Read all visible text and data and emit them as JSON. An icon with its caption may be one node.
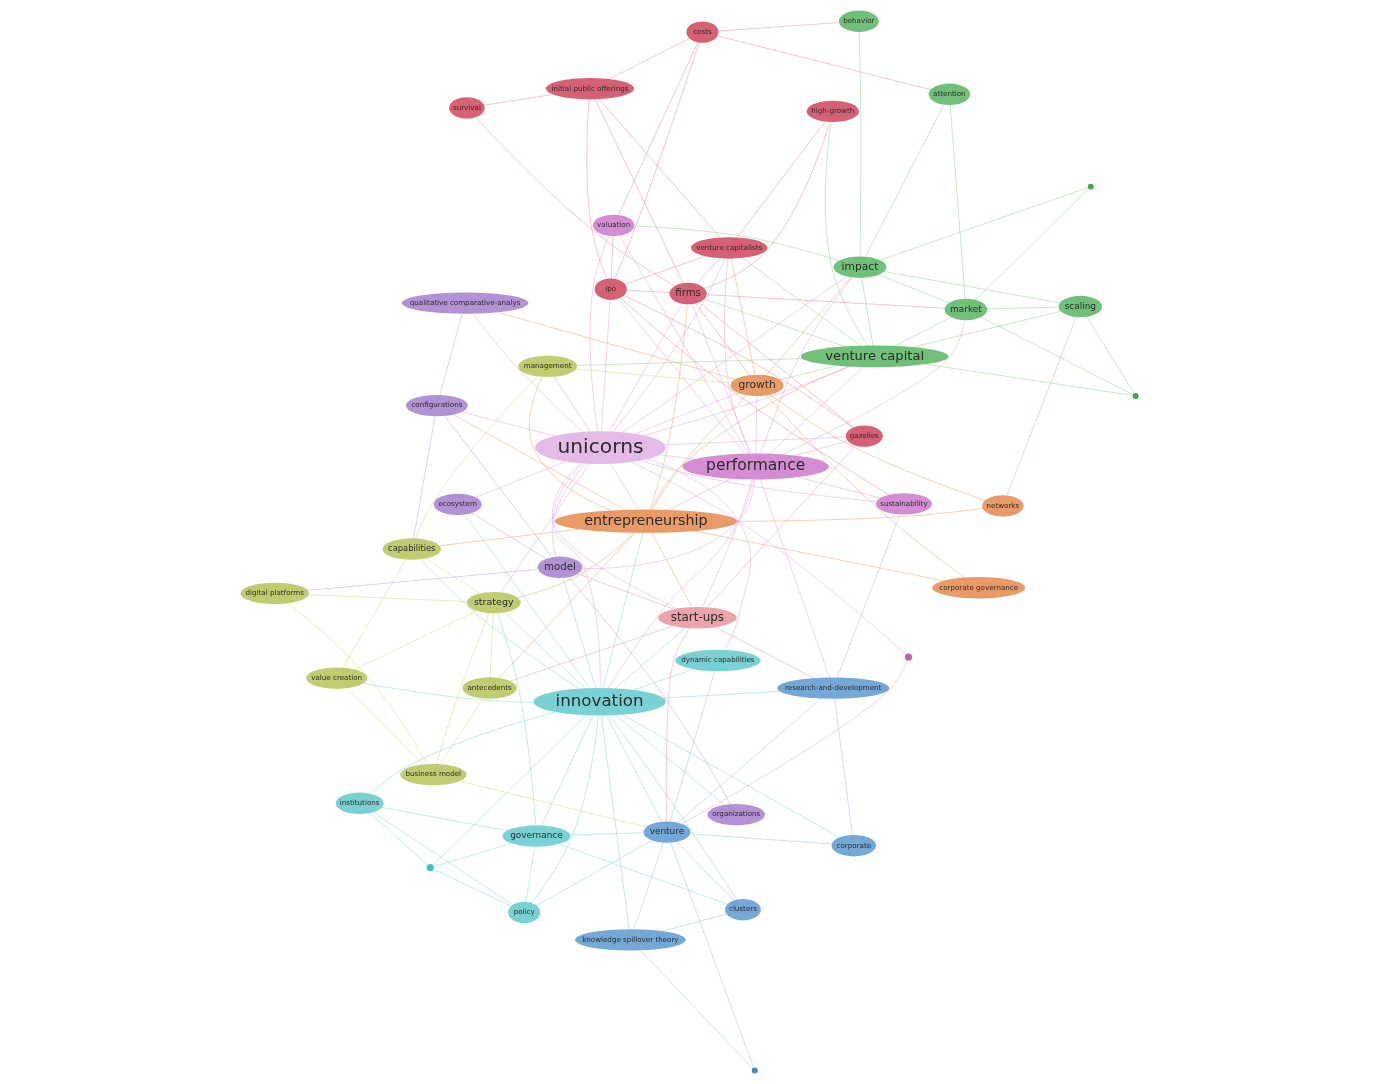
{
  "diagram": {
    "nodes": [
      {
        "text": [
          "policy"
        ]
      },
      {
        "text": [],
        "shape": "circle"
      },
      {
        "text": [
          "institutions"
        ]
      },
      {
        "text": [
          "configurations"
        ]
      },
      {
        "text": [],
        "shape": "circle"
      },
      {
        "text": [
          "governance"
        ]
      },
      {
        "text": [
          "scaling"
        ]
      },
      {
        "text": [
          "venture capital"
        ]
      },
      {
        "text": [
          "capabilities"
        ]
      },
      {
        "text": [
          "organizations"
        ]
      },
      {
        "text": [
          "networks"
        ]
      },
      {
        "text": [
          "entrepreneurship"
        ]
      },
      {
        "text": [
          "high-growth"
        ]
      },
      {
        "text": [
          "corporate governance"
        ]
      },
      {
        "text": [
          "strategy"
        ]
      },
      {
        "text": [
          "innovation"
        ]
      },
      {
        "text": [
          "firms"
        ]
      },
      {
        "text": [
          "management"
        ]
      },
      {
        "text": [
          "survival"
        ]
      },
      {
        "text": [
          "value creation"
        ]
      },
      {
        "text": [
          "market"
        ]
      },
      {
        "text": [
          "ecosystem"
        ]
      },
      {
        "text": [
          "clusters"
        ]
      },
      {
        "text": [
          "qualitative comparative-analys"
        ]
      },
      {
        "text": [
          "unicorns"
        ]
      },
      {
        "text": [
          "knowledge spillover theory"
        ]
      },
      {
        "text": [],
        "shape": "circle"
      },
      {
        "text": [
          "initial public offerings"
        ]
      },
      {
        "text": [],
        "shape": "circle"
      },
      {
        "text": [
          "model"
        ]
      },
      {
        "text": [
          "growth"
        ]
      },
      {
        "text": [
          "digital platforms"
        ]
      },
      {
        "text": [
          "attention"
        ]
      },
      {
        "text": [
          "dynamic capabilities"
        ]
      },
      {
        "text": [
          "behavior"
        ]
      },
      {
        "text": [],
        "shape": "circle"
      },
      {
        "text": [
          "impact"
        ]
      },
      {
        "text": [
          "performance"
        ]
      },
      {
        "text": [
          "start-ups"
        ]
      },
      {
        "text": [
          "business model"
        ]
      },
      {
        "text": [
          "costs"
        ]
      },
      {
        "text": [
          "venture capitalists"
        ]
      },
      {
        "text": [
          "venture"
        ]
      },
      {
        "text": [
          "gazelles"
        ]
      },
      {
        "text": [
          "antecedents"
        ]
      },
      {
        "text": [
          "valuation"
        ]
      },
      {
        "text": [
          "ipo"
        ]
      },
      {
        "text": [
          "research-and-development"
        ]
      },
      {
        "text": [
          "corporate"
        ]
      },
      {
        "text": [
          "sustainability"
        ]
      }
    ],
    "edges": [
      {
        "from": 24,
        "to": 37,
        "arrow": "none",
        "color": "#e7a4e2"
      },
      {
        "from": 24,
        "to": 15,
        "arrow": "none",
        "color": "#e7a4e2"
      },
      {
        "from": 24,
        "to": 11,
        "arrow": "none",
        "color": "#e7a4e2"
      },
      {
        "from": 24,
        "to": 7,
        "arrow": "none",
        "color": "#e7a4e2"
      },
      {
        "from": 24,
        "to": 38,
        "arrow": "none",
        "color": "#e7a4e2"
      },
      {
        "from": 24,
        "to": 16,
        "arrow": "none",
        "color": "#e7a4e2"
      },
      {
        "from": 24,
        "to": 30,
        "arrow": "none",
        "color": "#e7a4e2"
      },
      {
        "from": 24,
        "to": 36,
        "arrow": "none",
        "color": "#e7a4e2"
      },
      {
        "from": 24,
        "to": 29,
        "arrow": "none",
        "color": "#e7a4e2"
      },
      {
        "from": 24,
        "to": 41,
        "arrow": "none",
        "color": "#e7a4e2"
      },
      {
        "from": 24,
        "to": 46,
        "arrow": "none",
        "color": "#e7a4e2"
      },
      {
        "from": 24,
        "to": 43,
        "arrow": "none",
        "color": "#e7a4e2"
      },
      {
        "from": 24,
        "to": 21,
        "arrow": "none",
        "color": "#e7a4e2"
      },
      {
        "from": 24,
        "to": 17,
        "arrow": "none",
        "color": "#e7a4e2"
      },
      {
        "from": 24,
        "to": 23,
        "arrow": "none",
        "color": "#e7a4e2"
      },
      {
        "from": 24,
        "to": 45,
        "arrow": "none",
        "color": "#e7a4e2"
      },
      {
        "from": 24,
        "to": 49,
        "arrow": "none",
        "color": "#e7a4e2"
      },
      {
        "from": 24,
        "to": 14,
        "arrow": "none",
        "color": "#e7a4e2"
      },
      {
        "from": 24,
        "to": 3,
        "arrow": "none",
        "color": "#e7a4e2"
      },
      {
        "from": 24,
        "to": 33,
        "arrow": "none",
        "color": "#e7a4e2"
      },
      {
        "from": 24,
        "to": 35,
        "arrow": "none",
        "color": "#e7a4e2"
      },
      {
        "from": 37,
        "to": 15,
        "arrow": "none",
        "color": "#e7a4e2"
      },
      {
        "from": 37,
        "to": 11,
        "arrow": "none",
        "color": "#e7a4e2"
      },
      {
        "from": 37,
        "to": 7,
        "arrow": "none",
        "color": "#e7a4e2"
      },
      {
        "from": 37,
        "to": 38,
        "arrow": "none",
        "color": "#e7a4e2"
      },
      {
        "from": 37,
        "to": 16,
        "arrow": "none",
        "color": "#e7a4e2"
      },
      {
        "from": 37,
        "to": 30,
        "arrow": "none",
        "color": "#e7a4e2"
      },
      {
        "from": 37,
        "to": 36,
        "arrow": "none",
        "color": "#e7a4e2"
      },
      {
        "from": 37,
        "to": 41,
        "arrow": "none",
        "color": "#e7a4e2"
      },
      {
        "from": 37,
        "to": 46,
        "arrow": "none",
        "color": "#e7a4e2"
      },
      {
        "from": 37,
        "to": 43,
        "arrow": "none",
        "color": "#e7a4e2"
      },
      {
        "from": 37,
        "to": 45,
        "arrow": "none",
        "color": "#e7a4e2"
      },
      {
        "from": 37,
        "to": 49,
        "arrow": "none",
        "color": "#e7a4e2"
      },
      {
        "from": 37,
        "to": 47,
        "arrow": "none",
        "color": "#e7a4e2"
      },
      {
        "from": 37,
        "to": 29,
        "arrow": "none",
        "color": "#e7a4e2"
      },
      {
        "from": 37,
        "to": 20,
        "arrow": "none",
        "color": "#e7a4e2"
      },
      {
        "from": 15,
        "to": 0,
        "arrow": "none",
        "color": "#86d6da"
      },
      {
        "from": 15,
        "to": 2,
        "arrow": "none",
        "color": "#86d6da"
      },
      {
        "from": 15,
        "to": 5,
        "arrow": "none",
        "color": "#86d6da"
      },
      {
        "from": 15,
        "to": 9,
        "arrow": "none",
        "color": "#86d6da"
      },
      {
        "from": 15,
        "to": 14,
        "arrow": "none",
        "color": "#86d6da"
      },
      {
        "from": 15,
        "to": 19,
        "arrow": "none",
        "color": "#86d6da"
      },
      {
        "from": 15,
        "to": 21,
        "arrow": "none",
        "color": "#86d6da"
      },
      {
        "from": 15,
        "to": 22,
        "arrow": "none",
        "color": "#86d6da"
      },
      {
        "from": 15,
        "to": 25,
        "arrow": "none",
        "color": "#86d6da"
      },
      {
        "from": 15,
        "to": 29,
        "arrow": "none",
        "color": "#86d6da"
      },
      {
        "from": 15,
        "to": 33,
        "arrow": "none",
        "color": "#86d6da"
      },
      {
        "from": 15,
        "to": 42,
        "arrow": "none",
        "color": "#86d6da"
      },
      {
        "from": 15,
        "to": 47,
        "arrow": "none",
        "color": "#86d6da"
      },
      {
        "from": 15,
        "to": 48,
        "arrow": "none",
        "color": "#86d6da"
      },
      {
        "from": 15,
        "to": 11,
        "arrow": "none",
        "color": "#86d6da"
      },
      {
        "from": 15,
        "to": 8,
        "arrow": "none",
        "color": "#86d6da"
      },
      {
        "from": 15,
        "to": 1,
        "arrow": "none",
        "color": "#86d6da"
      },
      {
        "from": 15,
        "to": 38,
        "arrow": "none",
        "color": "#86d6da"
      },
      {
        "from": 11,
        "to": 7,
        "arrow": "none",
        "color": "#f2a46c"
      },
      {
        "from": 11,
        "to": 8,
        "arrow": "none",
        "color": "#f2a46c"
      },
      {
        "from": 11,
        "to": 17,
        "arrow": "none",
        "color": "#f2a46c"
      },
      {
        "from": 11,
        "to": 30,
        "arrow": "none",
        "color": "#f2a46c"
      },
      {
        "from": 11,
        "to": 16,
        "arrow": "none",
        "color": "#f2a46c"
      },
      {
        "from": 11,
        "to": 13,
        "arrow": "none",
        "color": "#f2a46c"
      },
      {
        "from": 11,
        "to": 10,
        "arrow": "none",
        "color": "#f2a46c"
      },
      {
        "from": 11,
        "to": 14,
        "arrow": "none",
        "color": "#f2a46c"
      },
      {
        "from": 11,
        "to": 3,
        "arrow": "none",
        "color": "#f2a46c"
      },
      {
        "from": 11,
        "to": 38,
        "arrow": "none",
        "color": "#f2a46c"
      },
      {
        "from": 11,
        "to": 44,
        "arrow": "none",
        "color": "#f2a46c"
      },
      {
        "from": 7,
        "to": 6,
        "arrow": "none",
        "color": "#8fd68c"
      },
      {
        "from": 7,
        "to": 4,
        "arrow": "none",
        "color": "#8fd68c"
      },
      {
        "from": 7,
        "to": 20,
        "arrow": "none",
        "color": "#8fd68c"
      },
      {
        "from": 7,
        "to": 36,
        "arrow": "none",
        "color": "#8fd68c"
      },
      {
        "from": 7,
        "to": 16,
        "arrow": "none",
        "color": "#8fd68c"
      },
      {
        "from": 7,
        "to": 12,
        "arrow": "none",
        "color": "#8fd68c"
      },
      {
        "from": 7,
        "to": 41,
        "arrow": "none",
        "color": "#8fd68c"
      },
      {
        "from": 7,
        "to": 30,
        "arrow": "none",
        "color": "#8fd68c"
      },
      {
        "from": 7,
        "to": 17,
        "arrow": "none",
        "color": "#8fd68c"
      },
      {
        "from": 16,
        "to": 18,
        "arrow": "none",
        "color": "#ee8e9b"
      },
      {
        "from": 16,
        "to": 12,
        "arrow": "none",
        "color": "#ee8e9b"
      },
      {
        "from": 16,
        "to": 41,
        "arrow": "none",
        "color": "#ee8e9b"
      },
      {
        "from": 16,
        "to": 46,
        "arrow": "none",
        "color": "#ee8e9b"
      },
      {
        "from": 16,
        "to": 30,
        "arrow": "none",
        "color": "#ee8e9b"
      },
      {
        "from": 16,
        "to": 27,
        "arrow": "none",
        "color": "#ee8e9b"
      },
      {
        "from": 16,
        "to": 43,
        "arrow": "none",
        "color": "#ee8e9b"
      },
      {
        "from": 16,
        "to": 20,
        "arrow": "none",
        "color": "#ee8e9b"
      },
      {
        "from": 30,
        "to": 36,
        "arrow": "none",
        "color": "#f2a46c"
      },
      {
        "from": 30,
        "to": 41,
        "arrow": "none",
        "color": "#f2a46c"
      },
      {
        "from": 30,
        "to": 13,
        "arrow": "none",
        "color": "#f2a46c"
      },
      {
        "from": 30,
        "to": 23,
        "arrow": "none",
        "color": "#f2a46c"
      },
      {
        "from": 30,
        "to": 10,
        "arrow": "none",
        "color": "#f2a46c"
      },
      {
        "from": 36,
        "to": 20,
        "arrow": "none",
        "color": "#8fd68c"
      },
      {
        "from": 36,
        "to": 32,
        "arrow": "none",
        "color": "#8fd68c"
      },
      {
        "from": 36,
        "to": 34,
        "arrow": "none",
        "color": "#8fd68c"
      },
      {
        "from": 36,
        "to": 26,
        "arrow": "none",
        "color": "#8fd68c"
      },
      {
        "from": 36,
        "to": 45,
        "arrow": "none",
        "color": "#8fd68c"
      },
      {
        "from": 36,
        "to": 6,
        "arrow": "none",
        "color": "#8fd68c"
      },
      {
        "from": 20,
        "to": 6,
        "arrow": "none",
        "color": "#8fd68c"
      },
      {
        "from": 20,
        "to": 26,
        "arrow": "none",
        "color": "#8fd68c"
      },
      {
        "from": 20,
        "to": 32,
        "arrow": "none",
        "color": "#8fd68c"
      },
      {
        "from": 20,
        "to": 4,
        "arrow": "none",
        "color": "#8fd68c"
      },
      {
        "from": 6,
        "to": 4,
        "arrow": "none",
        "color": "#8fd68c"
      },
      {
        "from": 6,
        "to": 10,
        "arrow": "none",
        "color": "#8fd68c"
      },
      {
        "from": 40,
        "to": 27,
        "arrow": "none",
        "color": "#ee8e9b"
      },
      {
        "from": 40,
        "to": 46,
        "arrow": "none",
        "color": "#ee8e9b"
      },
      {
        "from": 40,
        "to": 34,
        "arrow": "none",
        "color": "#ee8e9b"
      },
      {
        "from": 40,
        "to": 45,
        "arrow": "none",
        "color": "#ee8e9b"
      },
      {
        "from": 40,
        "to": 32,
        "arrow": "none",
        "color": "#ee8e9b"
      },
      {
        "from": 27,
        "to": 46,
        "arrow": "none",
        "color": "#ee8e9b"
      },
      {
        "from": 27,
        "to": 41,
        "arrow": "none",
        "color": "#ee8e9b"
      },
      {
        "from": 27,
        "to": 18,
        "arrow": "none",
        "color": "#ee8e9b"
      },
      {
        "from": 46,
        "to": 41,
        "arrow": "none",
        "color": "#ee8e9b"
      },
      {
        "from": 46,
        "to": 49,
        "arrow": "none",
        "color": "#ee8e9b"
      },
      {
        "from": 46,
        "to": 43,
        "arrow": "none",
        "color": "#ee8e9b"
      },
      {
        "from": 46,
        "to": 45,
        "arrow": "none",
        "color": "#ee8e9b"
      },
      {
        "from": 38,
        "to": 29,
        "arrow": "none",
        "color": "#f29ca3"
      },
      {
        "from": 38,
        "to": 43,
        "arrow": "none",
        "color": "#f29ca3"
      },
      {
        "from": 38,
        "to": 44,
        "arrow": "none",
        "color": "#f29ca3"
      },
      {
        "from": 38,
        "to": 47,
        "arrow": "none",
        "color": "#f29ca3"
      },
      {
        "from": 38,
        "to": 42,
        "arrow": "none",
        "color": "#f29ca3"
      },
      {
        "from": 29,
        "to": 3,
        "arrow": "none",
        "color": "#c7a2e4"
      },
      {
        "from": 29,
        "to": 9,
        "arrow": "none",
        "color": "#c7a2e4"
      },
      {
        "from": 29,
        "to": 21,
        "arrow": "none",
        "color": "#c7a2e4"
      },
      {
        "from": 29,
        "to": 31,
        "arrow": "none",
        "color": "#c7a2e4"
      },
      {
        "from": 5,
        "to": 0,
        "arrow": "none",
        "color": "#86d6da"
      },
      {
        "from": 5,
        "to": 1,
        "arrow": "none",
        "color": "#86d6da"
      },
      {
        "from": 5,
        "to": 2,
        "arrow": "none",
        "color": "#86d6da"
      },
      {
        "from": 5,
        "to": 14,
        "arrow": "none",
        "color": "#86d6da"
      },
      {
        "from": 5,
        "to": 42,
        "arrow": "none",
        "color": "#86d6da"
      },
      {
        "from": 5,
        "to": 22,
        "arrow": "none",
        "color": "#86d6da"
      },
      {
        "from": 0,
        "to": 1,
        "arrow": "none",
        "color": "#86d6da"
      },
      {
        "from": 0,
        "to": 2,
        "arrow": "none",
        "color": "#86d6da"
      },
      {
        "from": 0,
        "to": 42,
        "arrow": "none",
        "color": "#86d6da"
      },
      {
        "from": 14,
        "to": 19,
        "arrow": "none",
        "color": "#d3da7c"
      },
      {
        "from": 14,
        "to": 39,
        "arrow": "none",
        "color": "#d3da7c"
      },
      {
        "from": 14,
        "to": 31,
        "arrow": "none",
        "color": "#d3da7c"
      },
      {
        "from": 14,
        "to": 8,
        "arrow": "none",
        "color": "#d3da7c"
      },
      {
        "from": 14,
        "to": 44,
        "arrow": "none",
        "color": "#d3da7c"
      },
      {
        "from": 39,
        "to": 42,
        "arrow": "none",
        "color": "#d3da7c"
      },
      {
        "from": 39,
        "to": 31,
        "arrow": "none",
        "color": "#d3da7c"
      },
      {
        "from": 39,
        "to": 44,
        "arrow": "none",
        "color": "#d3da7c"
      },
      {
        "from": 39,
        "to": 19,
        "arrow": "none",
        "color": "#d3da7c"
      },
      {
        "from": 42,
        "to": 25,
        "arrow": "none",
        "color": "#9bc3ea"
      },
      {
        "from": 42,
        "to": 28,
        "arrow": "none",
        "color": "#9bc3ea"
      },
      {
        "from": 42,
        "to": 22,
        "arrow": "none",
        "color": "#9bc3ea"
      },
      {
        "from": 42,
        "to": 47,
        "arrow": "none",
        "color": "#9bc3ea"
      },
      {
        "from": 42,
        "to": 48,
        "arrow": "none",
        "color": "#9bc3ea"
      },
      {
        "from": 42,
        "to": 33,
        "arrow": "none",
        "color": "#9bc3ea"
      },
      {
        "from": 25,
        "to": 22,
        "arrow": "none",
        "color": "#9bc3ea"
      },
      {
        "from": 25,
        "to": 28,
        "arrow": "none",
        "color": "#9bc3ea"
      },
      {
        "from": 47,
        "to": 48,
        "arrow": "none",
        "color": "#9bc3ea"
      },
      {
        "from": 47,
        "to": 49,
        "arrow": "none",
        "color": "#9bc3ea"
      },
      {
        "from": 3,
        "to": 23,
        "arrow": "none",
        "color": "#c7a2e4"
      },
      {
        "from": 3,
        "to": 8,
        "arrow": "none",
        "color": "#c7a2e4"
      },
      {
        "from": 35,
        "to": 42,
        "arrow": "none",
        "color": "#e7a4e2"
      },
      {
        "from": 1,
        "to": 2,
        "arrow": "none",
        "color": "#86d6da"
      },
      {
        "from": 12,
        "to": 41,
        "arrow": "none",
        "color": "#ee8e9b"
      },
      {
        "from": 8,
        "to": 17,
        "arrow": "none",
        "color": "#d3da7c"
      },
      {
        "from": 8,
        "to": 19,
        "arrow": "none",
        "color": "#d3da7c"
      },
      {
        "from": 17,
        "to": 30,
        "arrow": "none",
        "color": "#d3da7c"
      }
    ]
  }
}
